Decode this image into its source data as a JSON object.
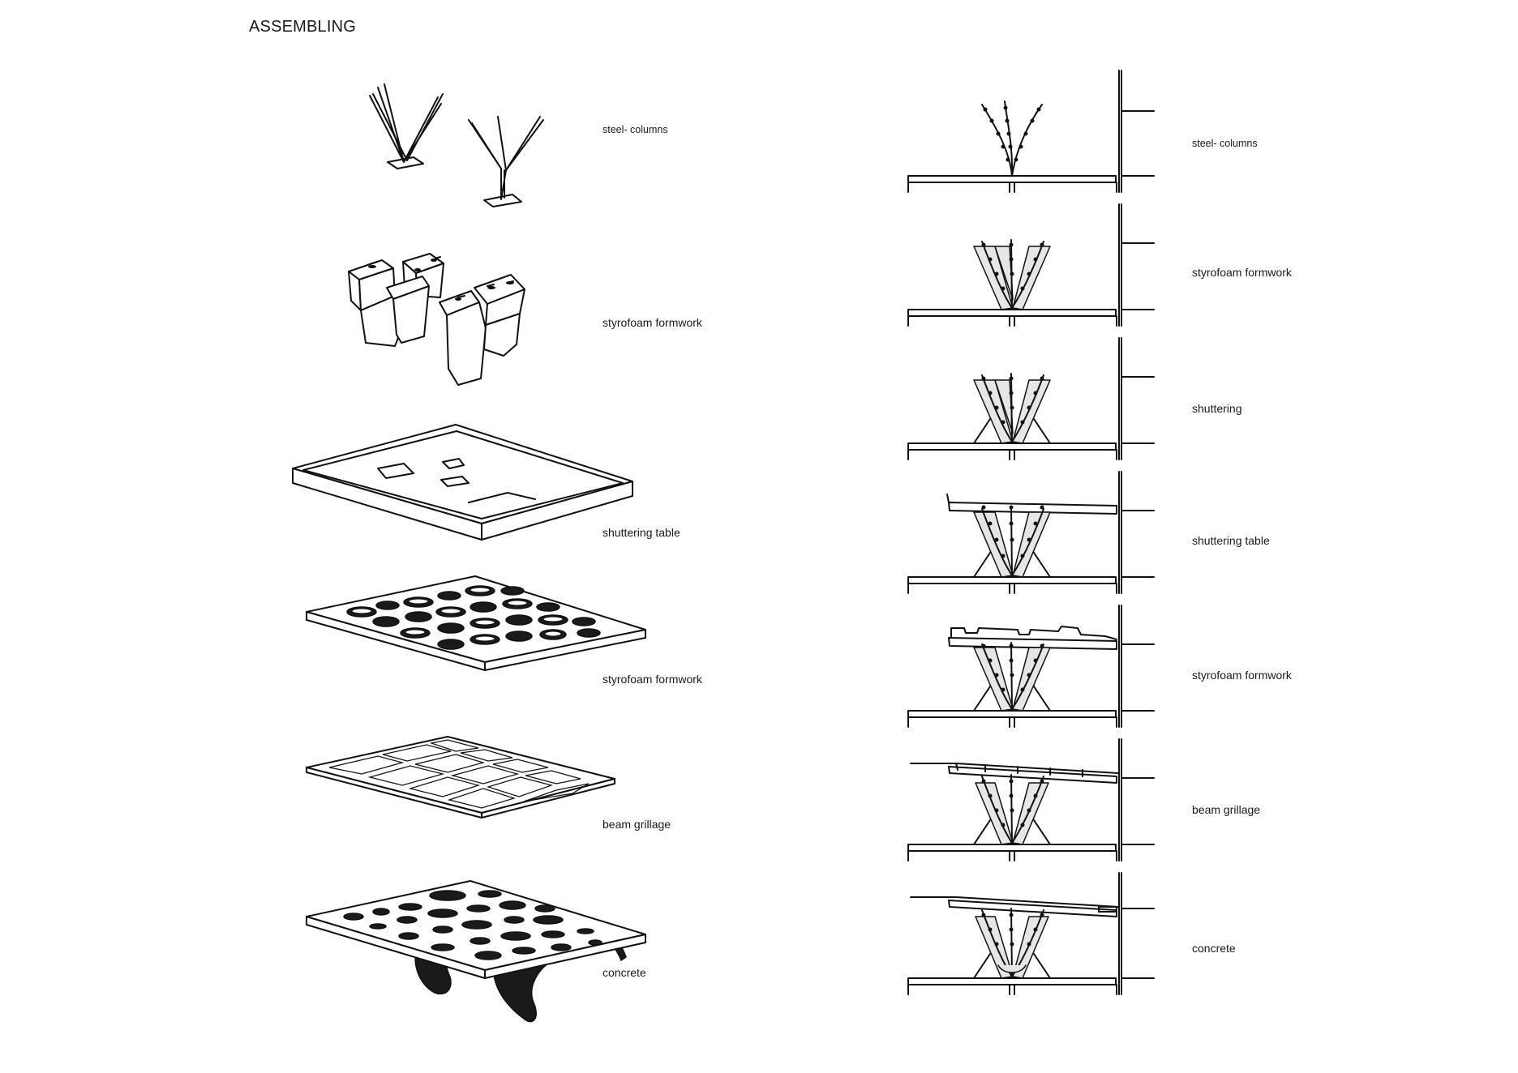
{
  "title": "ASSEMBLING",
  "left_column": [
    {
      "label": "steel- columns"
    },
    {
      "label": "styrofoam formwork"
    },
    {
      "label": "shuttering table"
    },
    {
      "label": "styrofoam formwork"
    },
    {
      "label": "beam grillage"
    },
    {
      "label": "concrete"
    }
  ],
  "right_column": [
    {
      "label": "steel- columns"
    },
    {
      "label": "styrofoam formwork"
    },
    {
      "label": "shuttering"
    },
    {
      "label": "shuttering table"
    },
    {
      "label": "styrofoam formwork"
    },
    {
      "label": "beam grillage"
    },
    {
      "label": "concrete"
    }
  ]
}
